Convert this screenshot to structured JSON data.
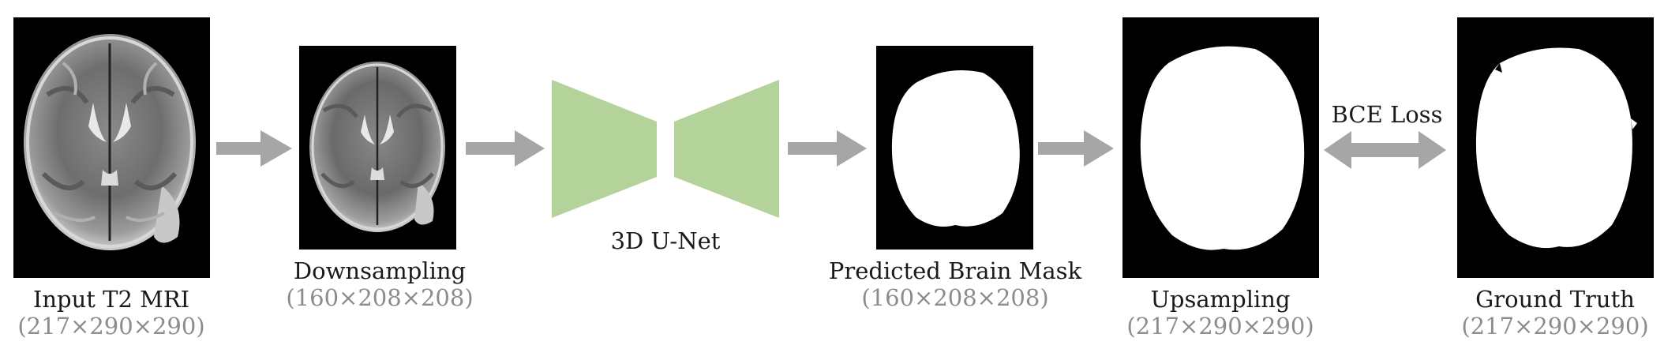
{
  "pipeline": {
    "input": {
      "title": "Input T2 MRI",
      "dims": "(217×290×290)"
    },
    "downsampling": {
      "title": "Downsampling",
      "dims": "(160×208×208)"
    },
    "model": {
      "title": "3D U-Net"
    },
    "prediction": {
      "title": "Predicted Brain Mask",
      "dims": "(160×208×208)"
    },
    "upsampling": {
      "title": "Upsampling",
      "dims": "(217×290×290)"
    },
    "loss": {
      "label": "BCE Loss"
    },
    "ground_truth": {
      "title": "Ground Truth",
      "dims": "(217×290×290)"
    }
  },
  "colors": {
    "arrow": "#a6a6a6",
    "unet": "#b3d39b",
    "panel": "#000000",
    "mask": "#ffffff",
    "dims_text": "#8c8c8c"
  }
}
